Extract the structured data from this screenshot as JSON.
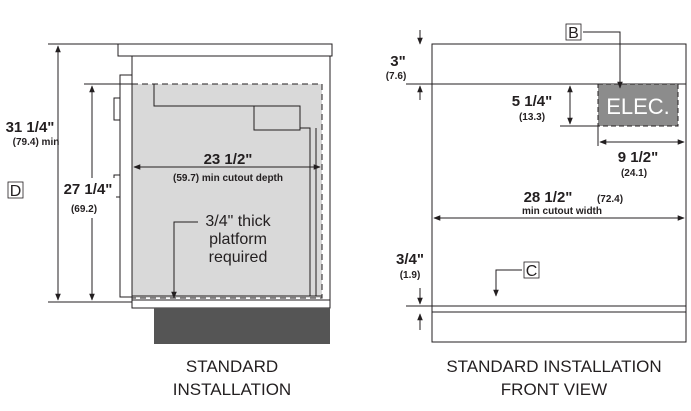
{
  "left_view": {
    "caption_line1": "STANDARD",
    "caption_line2": "INSTALLATION",
    "height_overall": "31 1/4\"",
    "height_overall_metric": "(79.4) min",
    "height_cutout": "27 1/4\"",
    "height_cutout_metric": "(69.2)",
    "depth": "23 1/2\"",
    "depth_metric": "(59.7) min cutout depth",
    "platform_note_line1": "3/4\" thick",
    "platform_note_line2": "platform",
    "platform_note_line3": "required",
    "callout_d": "D"
  },
  "right_view": {
    "caption_line1": "STANDARD INSTALLATION",
    "caption_line2": "FRONT VIEW",
    "top_gap": "3\"",
    "top_gap_metric": "(7.6)",
    "elec_height": "5 1/4\"",
    "elec_height_metric": "(13.3)",
    "elec_label": "ELEC.",
    "elec_width": "9 1/2\"",
    "elec_width_metric": "(24.1)",
    "cutout_width": "28 1/2\"",
    "cutout_width_metric_inline": "(72.4)",
    "cutout_width_metric": "min cutout width",
    "bottom_gap": "3/4\"",
    "bottom_gap_metric": "(1.9)",
    "callout_b": "B",
    "callout_c": "C"
  },
  "colors": {
    "line": "#231f20",
    "oven_fill": "#d9d9d9",
    "elec_fill": "#8c8c8c",
    "platform_fill": "#555555"
  }
}
